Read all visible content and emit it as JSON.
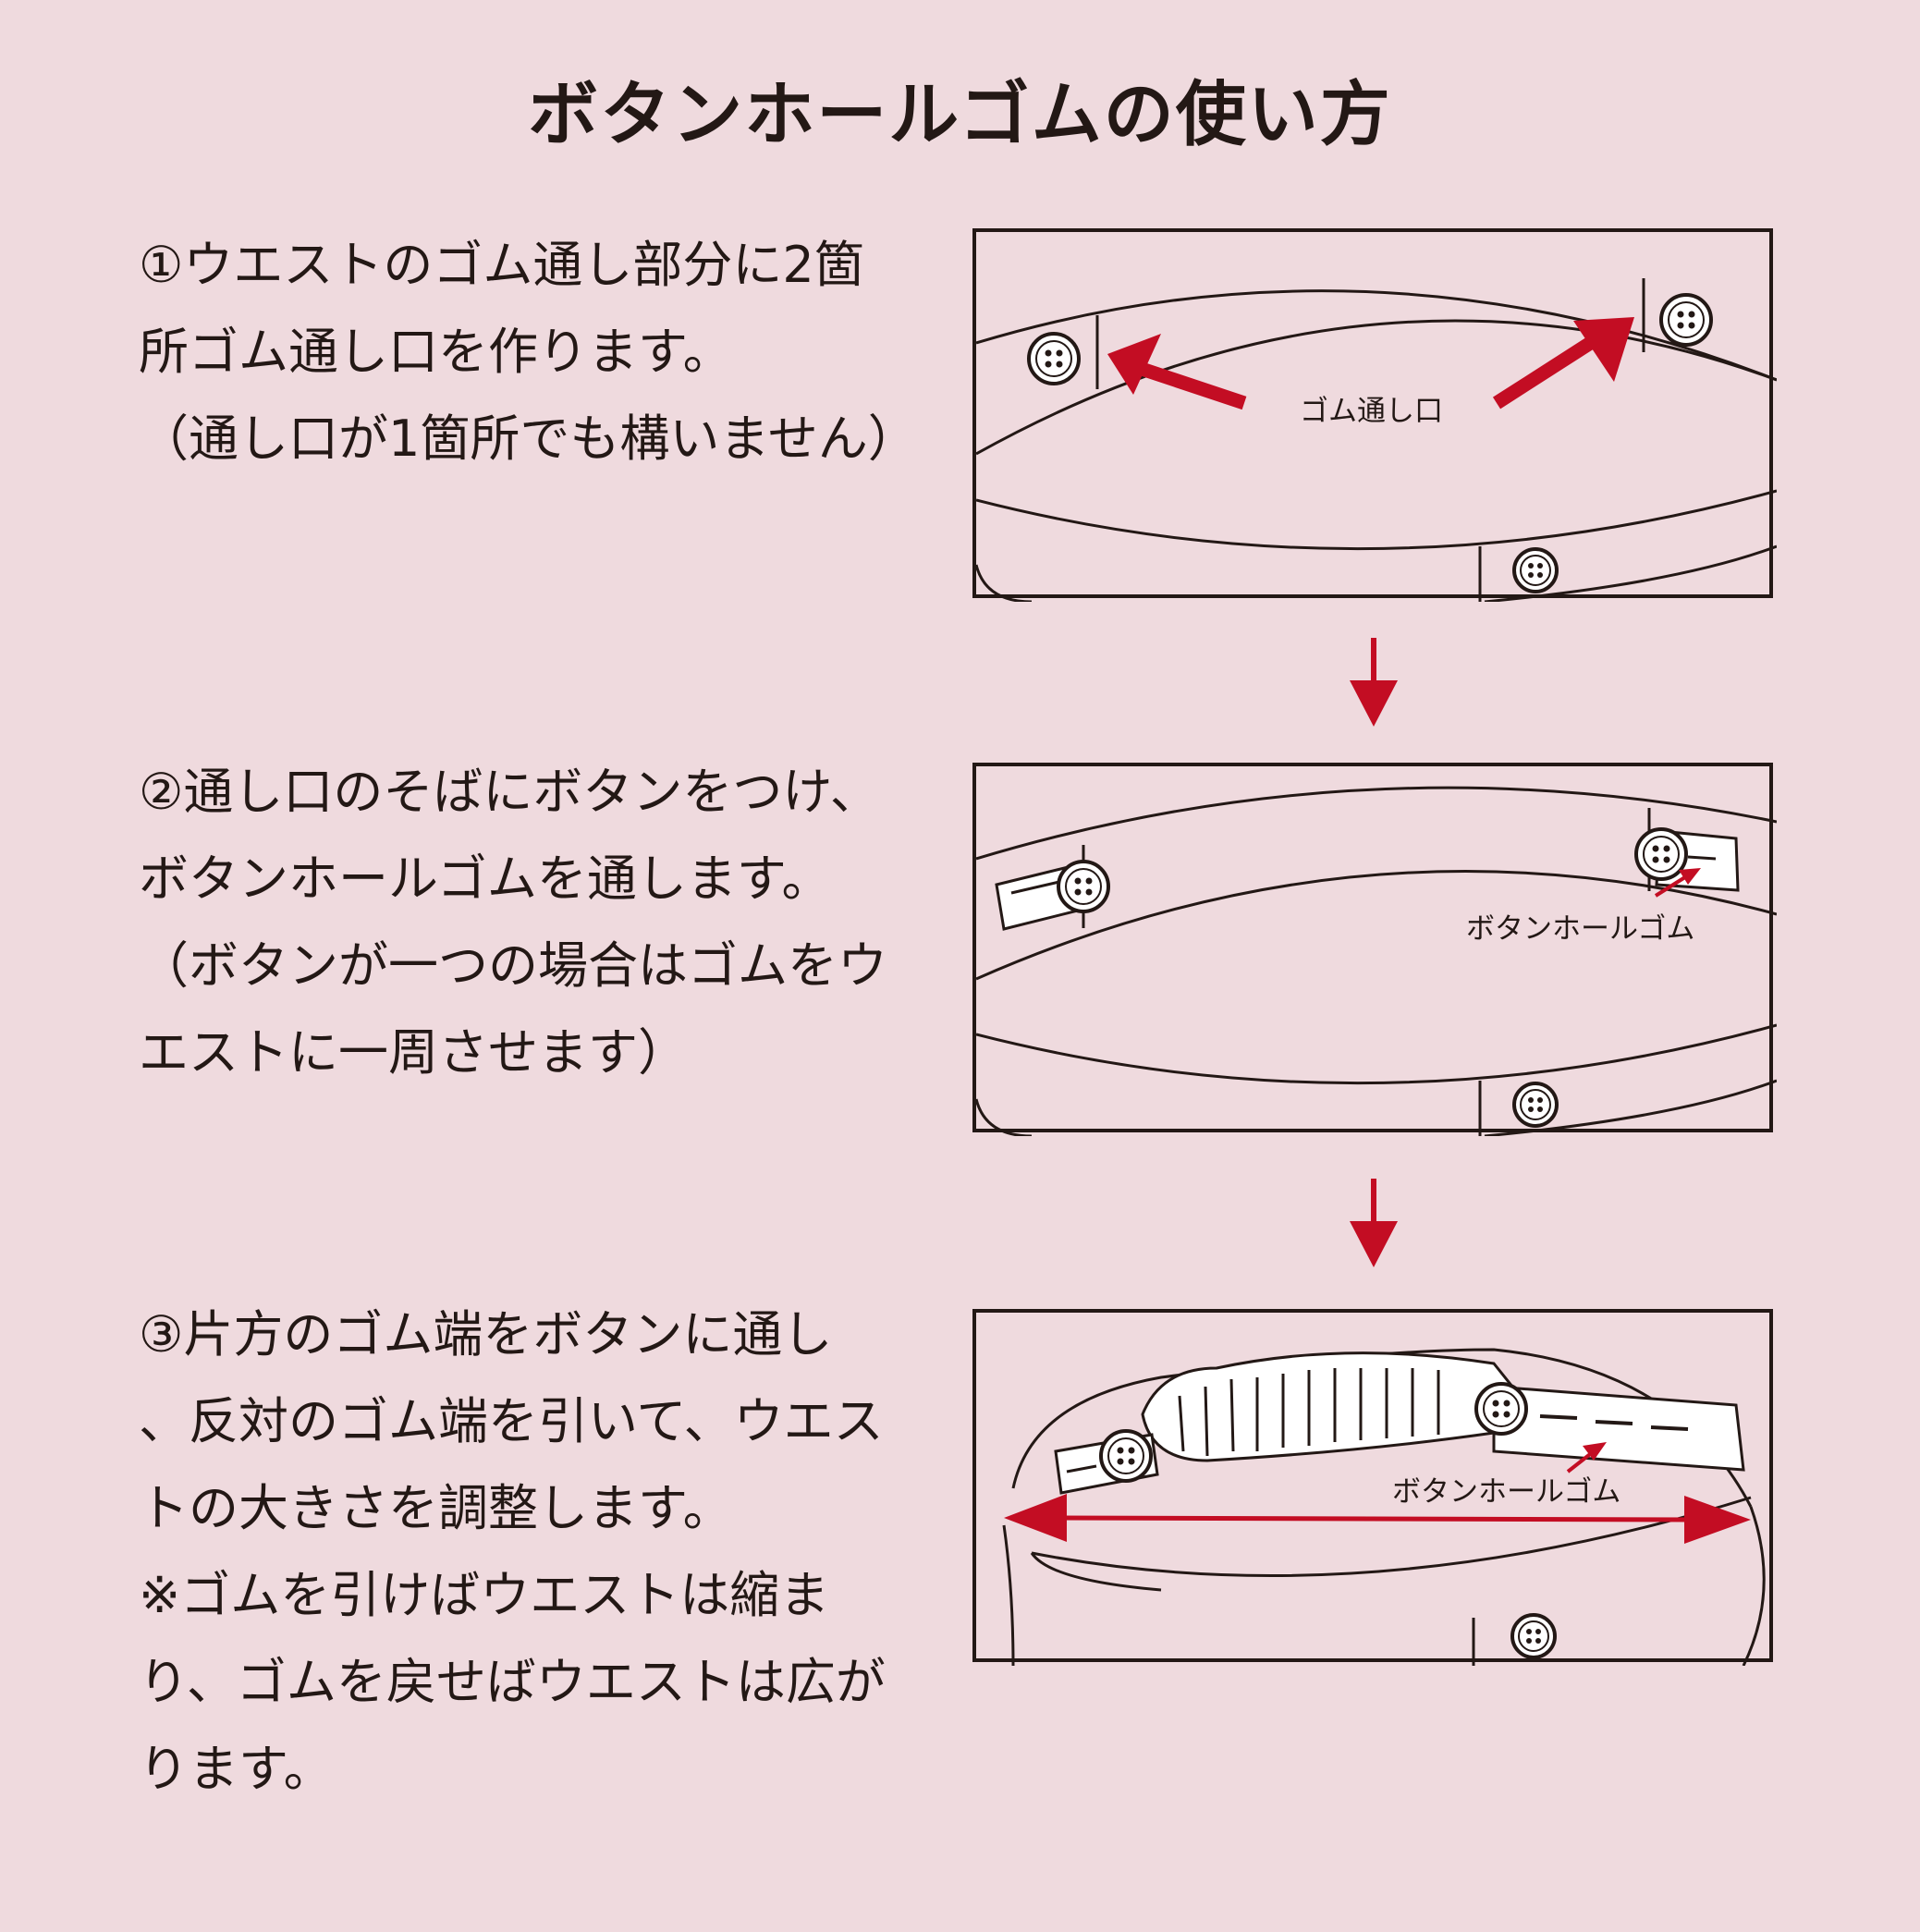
{
  "title": "ボタンホールゴムの使い方",
  "steps": [
    {
      "lines": [
        "①ウエストのゴム通し部分に2箇",
        "所ゴム通し口を作ります。",
        "（通し口が1箇所でも構いません）"
      ],
      "callout": "ゴム通し口"
    },
    {
      "lines": [
        "②通し口のそばにボタンをつけ、",
        "ボタンホールゴムを通します。",
        "（ボタンが一つの場合はゴムをウ",
        "エストに一周させます）"
      ],
      "callout": "ボタンホールゴム"
    },
    {
      "lines": [
        "③片方のゴム端をボタンに通し",
        "、反対のゴム端を引いて、ウエス",
        "トの大きさを調整します。",
        "※ゴムを引けばウエストは縮ま",
        "り、ゴムを戻せばウエストは広が",
        "ります。"
      ],
      "callout": "ボタンホールゴム"
    }
  ],
  "colors": {
    "background": "#efdade",
    "ink": "#231815",
    "accent": "#c30d23"
  }
}
